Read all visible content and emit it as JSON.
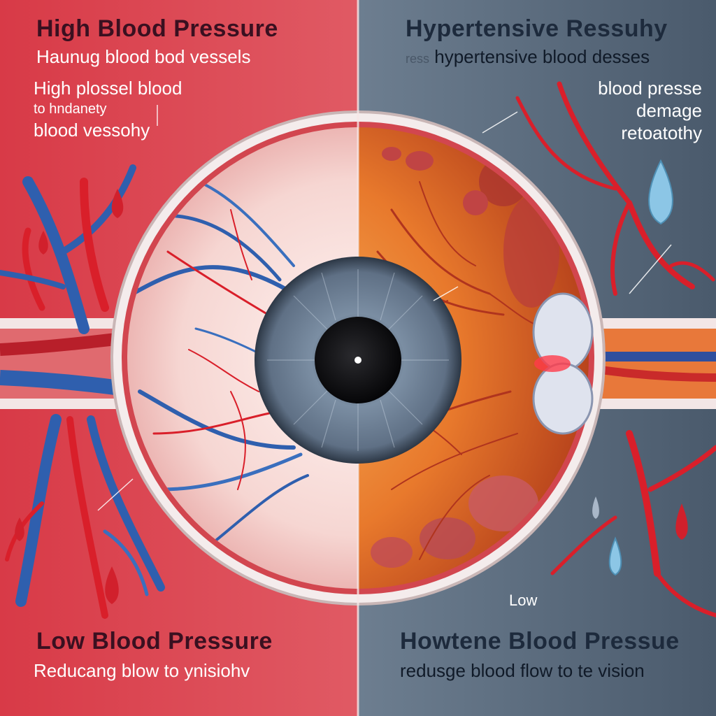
{
  "left": {
    "heading": "High Blood Pressure",
    "subheading": "Haunug blood bod vessels",
    "side_note": [
      "High plossel blood",
      "to hndanety",
      "blood vessohy"
    ],
    "footer_heading": "Low Blood Pressure",
    "footer_sub": "Reducang blow to ynisiohv"
  },
  "right": {
    "heading": "Hypertensive Ressuhy",
    "subheading": "hypertensive blood desses",
    "subheading_prefix": "ress",
    "side_note": [
      "blood presse",
      "demage",
      "retoatothy"
    ],
    "low_tag": "Low",
    "footer_heading": "Howtene Blood Pressue",
    "footer_sub": "redusge blood flow to te vision"
  },
  "colors": {
    "left_bg": "#d9434f",
    "right_bg": "#5a6f82",
    "artery_red": "#d91f2a",
    "vein_blue": "#2f5fae",
    "retina_orange": "#e8792c",
    "iris_gray": "#6f7f92"
  }
}
